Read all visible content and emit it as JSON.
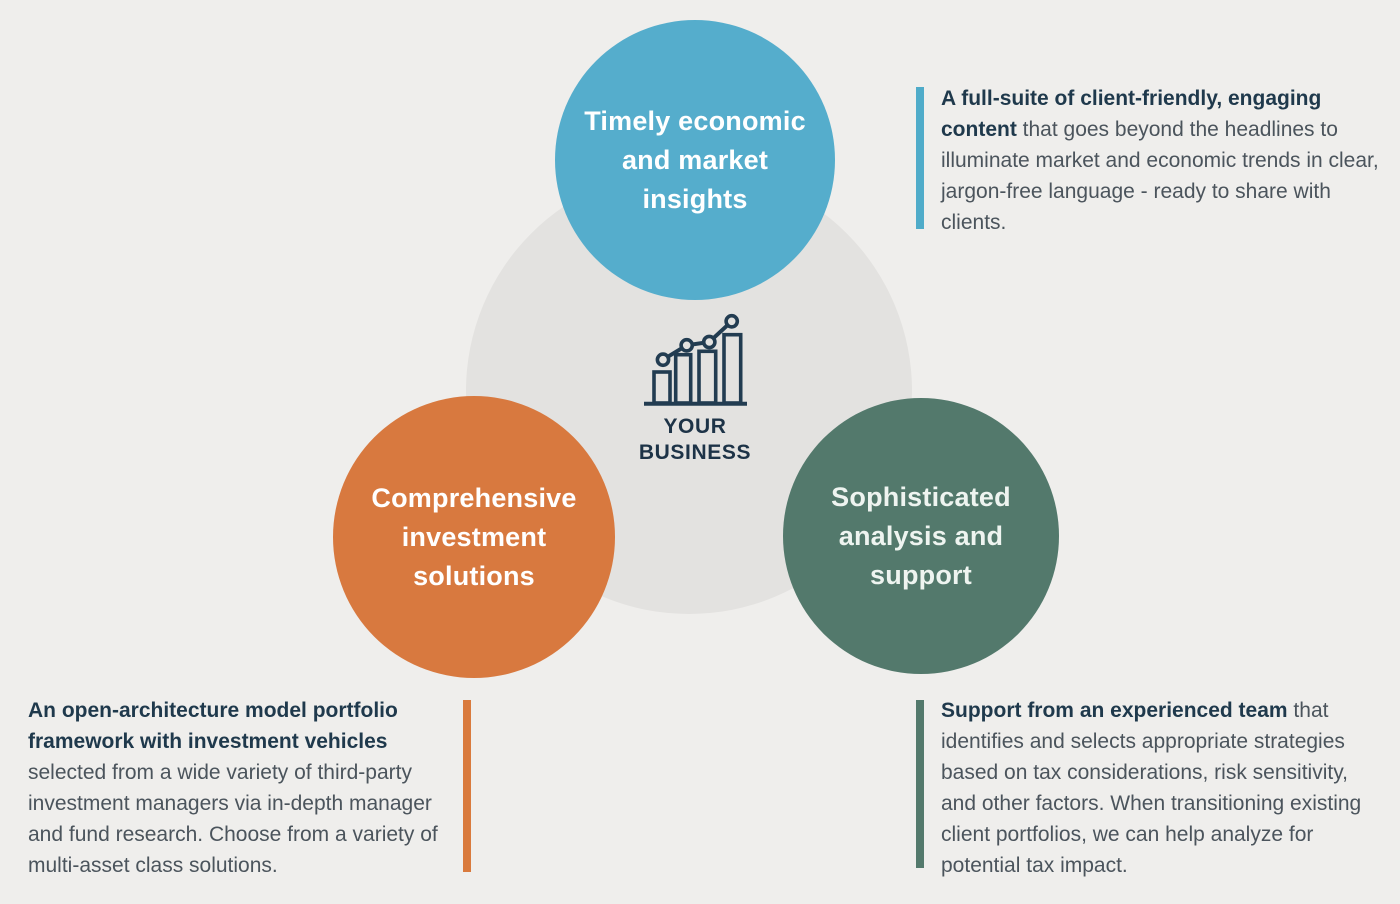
{
  "diagram": {
    "palette": {
      "background": "#efeeec",
      "center_circle": "#e3e2e0",
      "blue": "#55adcc",
      "orange": "#d8793f",
      "green": "#53796c",
      "blue_accent_bar": "#4fabc9",
      "orange_accent_bar": "#d97a3d",
      "green_accent_bar": "#53796c",
      "navy_text": "#1f394c",
      "body_text": "#4b545c",
      "icon_stroke": "#223c51"
    },
    "center": {
      "icon": "bar-chart-trend-icon",
      "label_lines": [
        "YOUR",
        "BUSINESS"
      ]
    },
    "circles": [
      {
        "id": "timely-insights",
        "color": "#55adcc",
        "lines": [
          "Timely economic",
          "and market",
          "insights"
        ]
      },
      {
        "id": "comprehensive-solutions",
        "color": "#d8793f",
        "lines": [
          "Comprehensive",
          "investment",
          "solutions"
        ]
      },
      {
        "id": "sophisticated-analysis",
        "color": "#53796c",
        "lines": [
          "Sophisticated",
          "analysis and",
          "support"
        ]
      }
    ],
    "callouts": [
      {
        "id": "insights",
        "accent_color": "#4fabc9",
        "bold": "A full-suite of client-friendly, engaging content",
        "rest": " that goes beyond the headlines to illuminate market and economic trends in clear, jargon-free language - ready to share with clients."
      },
      {
        "id": "solutions",
        "accent_color": "#d97a3d",
        "bold": "An open-architecture model portfolio framework with investment vehicles",
        "rest": " selected from a wide variety of third-party investment managers via in-depth manager and fund research. Choose from a variety of multi-asset class solutions."
      },
      {
        "id": "analysis",
        "accent_color": "#53796c",
        "bold": "Support from an experienced team",
        "rest": " that identifies and selects appropriate strategies based on tax considerations, risk sensitivity, and other factors. When transitioning existing client portfolios, we can help analyze for potential tax impact."
      }
    ]
  }
}
